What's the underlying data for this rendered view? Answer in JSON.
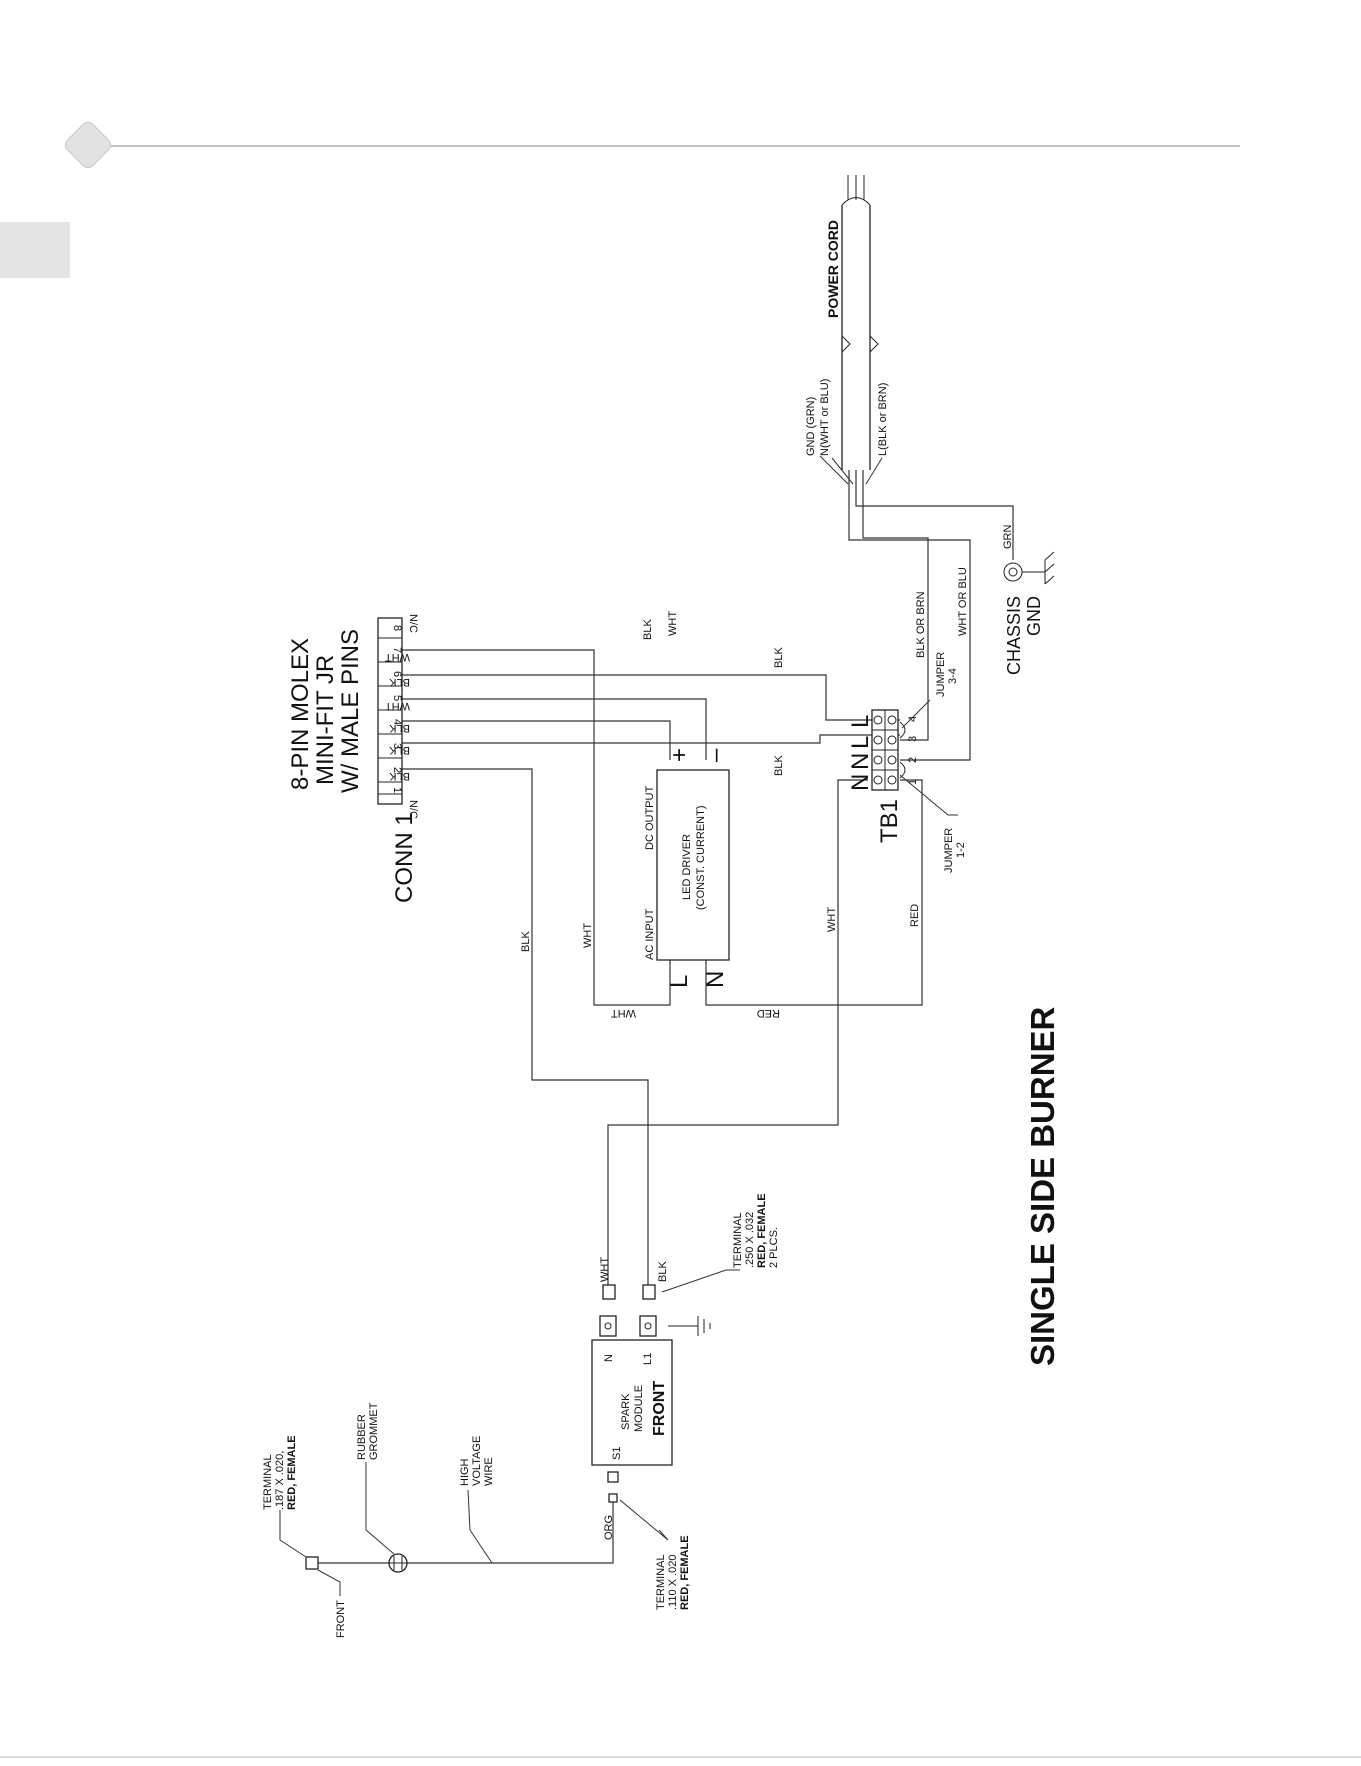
{
  "diagram": {
    "title": "SINGLE SIDE BURNER",
    "conn": {
      "name": "CONN 1",
      "desc_lines": [
        "8-PIN MOLEX",
        "MINI-FIT JR",
        "W/ MALE PINS"
      ],
      "pins": [
        {
          "num": "1",
          "wire": "N/C"
        },
        {
          "num": "2",
          "wire": "BLK"
        },
        {
          "num": "3",
          "wire": "BLK"
        },
        {
          "num": "4",
          "wire": "BLK"
        },
        {
          "num": "5",
          "wire": "WHT"
        },
        {
          "num": "6",
          "wire": "BLK"
        },
        {
          "num": "7",
          "wire": "WHT"
        },
        {
          "num": "8",
          "wire": "N/C"
        }
      ]
    },
    "driver": {
      "lines": [
        "LED DRIVER",
        "(CONST. CURRENT)"
      ],
      "ac_input": "AC INPUT",
      "dc_output": "DC OUTPUT",
      "plus": "+",
      "minus": "–",
      "L": "L",
      "N": "N"
    },
    "tb1": {
      "name": "TB1",
      "terminals": [
        "N",
        "N",
        "L",
        "L"
      ],
      "nums": [
        "1",
        "2",
        "3",
        "4"
      ],
      "jumper_34": [
        "JUMPER",
        "3-4"
      ],
      "jumper_12": [
        "JUMPER",
        "1-2"
      ]
    },
    "power": {
      "cord": "POWER CORD",
      "gnd": "GND (GRN)",
      "neutral": "N(WHT or BLU)",
      "line": "L(BLK or BRN)",
      "chassis": [
        "CHASSIS",
        "GND"
      ]
    },
    "wires": {
      "blk_or_brn": "BLK OR BRN",
      "wht_or_blu": "WHT OR BLU",
      "grn": "GRN",
      "blk": "BLK",
      "wht": "WHT",
      "red": "RED",
      "org": "ORG"
    },
    "spark": {
      "lines": [
        "SPARK",
        "MODULE"
      ],
      "front": "FRONT",
      "s1": "S1",
      "n": "N",
      "l1": "L1"
    },
    "terminal_250": [
      "TERMINAL",
      ".250 X .032",
      "RED, FEMALE",
      "2 PLCS."
    ],
    "terminal_110": [
      "TERMINAL",
      ".110 X .020",
      "RED, FEMALE"
    ],
    "terminal_187": [
      "TERMINAL",
      ".187 X .020,",
      "RED, FEMALE"
    ],
    "grommet": [
      "RUBBER",
      "GROMMET"
    ],
    "hv_wire": [
      "HIGH",
      "VOLTAGE",
      "WIRE"
    ],
    "front_label": "FRONT"
  }
}
